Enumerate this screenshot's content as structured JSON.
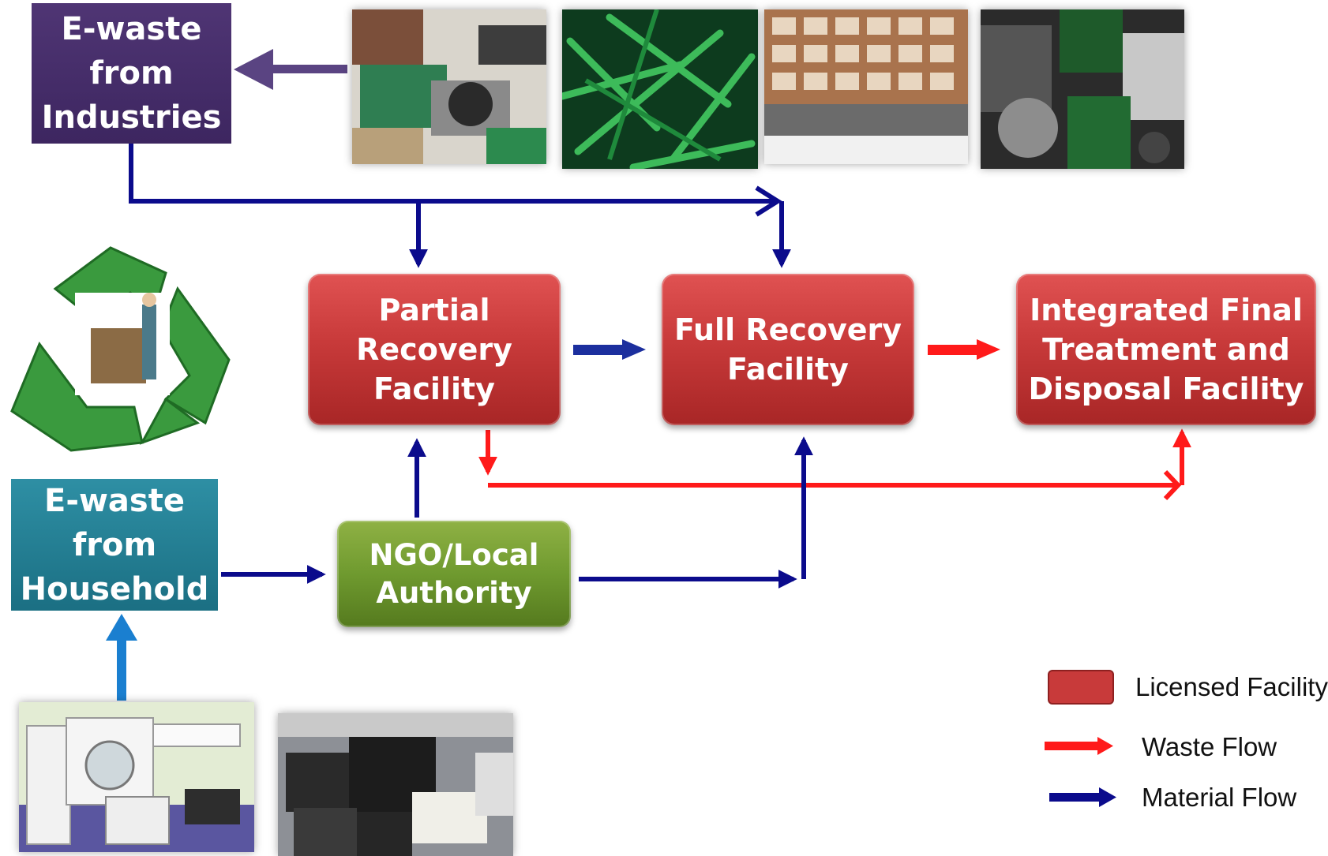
{
  "sources": {
    "industries": "E-waste\nfrom\nIndustries",
    "household": "E-waste\nfrom\nHousehold"
  },
  "facilities": {
    "partial": "Partial\nRecovery\nFacility",
    "full": "Full Recovery\nFacility",
    "final": "Integrated Final\nTreatment and\nDisposal Facility"
  },
  "ngo": "NGO/Local\nAuthority",
  "legend": {
    "licensed": "Licensed Facility",
    "waste": "Waste Flow",
    "material": "Material Flow"
  },
  "colors": {
    "waste_flow": "#ff1a1a",
    "material_flow": "#0b0b8c",
    "household_arrow": "#1a7fd0",
    "industry_arrow": "#5a4482",
    "facility": "#c83a3a",
    "ngo": "#6f9a2f",
    "industries_box": "#452b68",
    "household_box": "#237e93"
  },
  "images": [
    {
      "name": "cpu-chips-photo"
    },
    {
      "name": "green-pcb-scrap-photo"
    },
    {
      "name": "memory-modules-photo"
    },
    {
      "name": "hard-drives-photo"
    },
    {
      "name": "household-appliances-photo"
    },
    {
      "name": "old-tvs-photo"
    },
    {
      "name": "recycle-symbol-graphic"
    }
  ]
}
